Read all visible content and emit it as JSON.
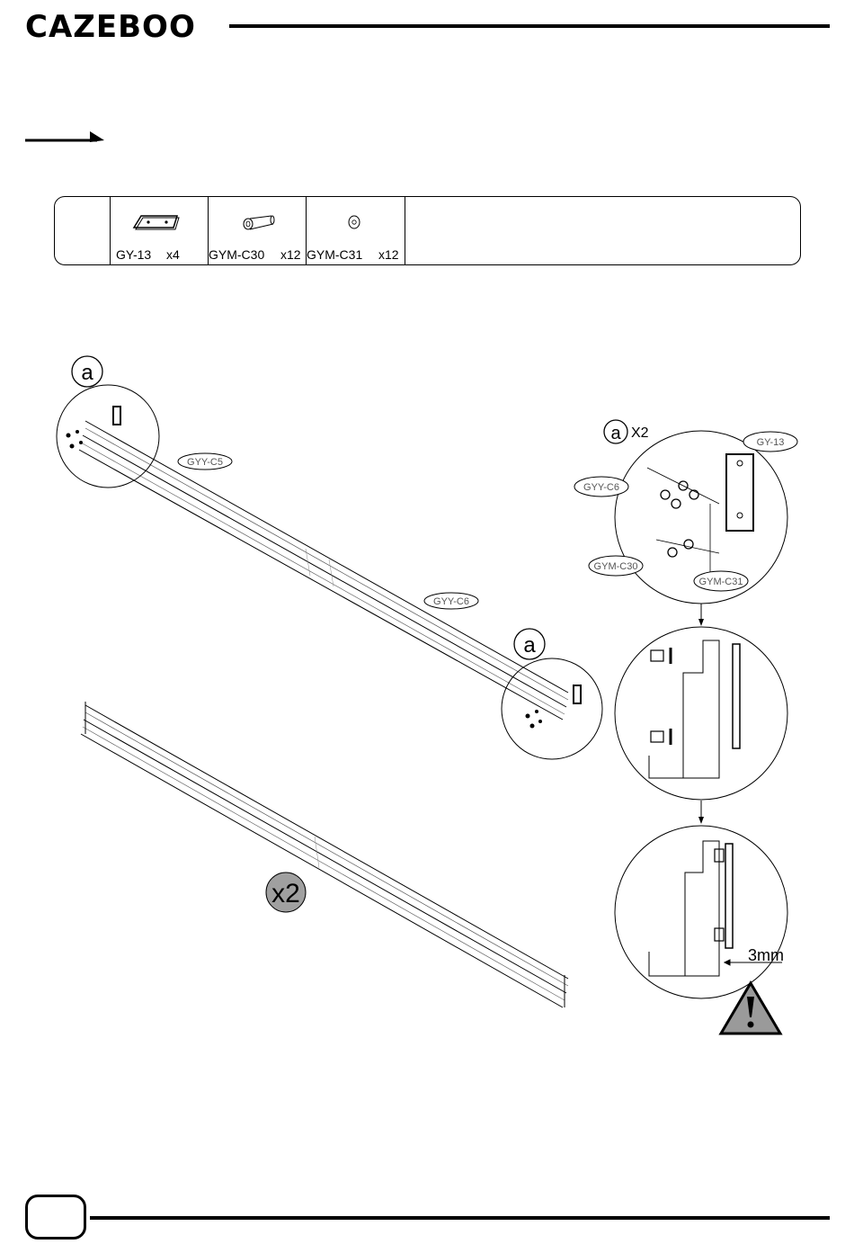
{
  "header": {
    "brand": "CAZEBOO"
  },
  "parts": [
    {
      "code": "GY-13",
      "qty": "x4",
      "icon": "plate-icon"
    },
    {
      "code": "GYM-C30",
      "qty": "x12",
      "icon": "bolt-icon"
    },
    {
      "code": "GYM-C31",
      "qty": "x12",
      "icon": "washer-icon"
    }
  ],
  "diagram": {
    "callout_a": "a",
    "callout_a_count": "X2",
    "rail_top_label": "GYY-C5",
    "rail_middle_label": "GYY-C6",
    "detail_label_c6": "GYY-C6",
    "detail_label_plate": "GY-13",
    "detail_label_bolt": "GYM-C30",
    "detail_label_washer": "GYM-C31",
    "multiplier": "x2",
    "gap_dimension": "3mm"
  },
  "footer": {
    "page_number": ""
  }
}
